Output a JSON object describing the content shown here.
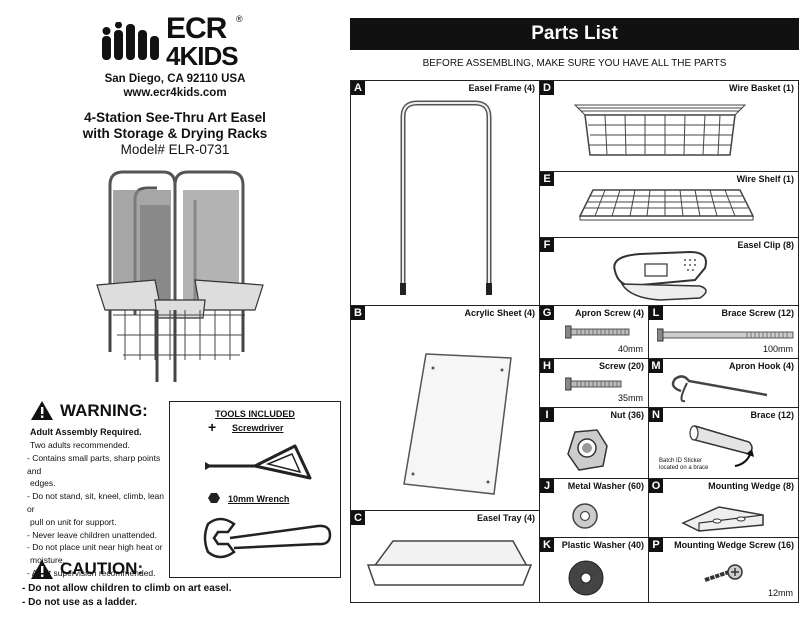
{
  "brand": {
    "name_line1": "ECR",
    "name_line2": "4KIDS",
    "reg": "®",
    "address": "San Diego, CA 92110 USA",
    "website": "www.ecr4kids.com"
  },
  "product": {
    "title_line1": "4-Station See-Thru Art Easel",
    "title_line2": "with Storage & Drying Racks",
    "model": "Model# ELR-0731"
  },
  "warning": {
    "title": "WARNING:",
    "subtitle": "Adult Assembly Required.",
    "lines": [
      "Two adults recommended.",
      "- Contains small parts, sharp points and",
      "edges.",
      "- Do not stand, sit, kneel, climb, lean or",
      "pull on unit for support.",
      "- Never leave children unattended.",
      "- Do not place unit near high heat or",
      "moisture.",
      "- Adult supervision recommended."
    ]
  },
  "caution": {
    "title": "CAUTION:",
    "lines": [
      "- Do not allow children to climb on art easel.",
      "- Do not use as a ladder."
    ]
  },
  "tools": {
    "title": "TOOLS INCLUDED",
    "tool1": "Screwdriver",
    "tool2": "10mm Wrench"
  },
  "parts": {
    "header": "Parts List",
    "subheader": "BEFORE ASSEMBLING, MAKE SURE YOU HAVE ALL THE PARTS",
    "A": {
      "letter": "A",
      "name": "Easel Frame (4)"
    },
    "B": {
      "letter": "B",
      "name": "Acrylic Sheet (4)"
    },
    "C": {
      "letter": "C",
      "name": "Easel Tray (4)"
    },
    "D": {
      "letter": "D",
      "name": "Wire Basket (1)"
    },
    "E": {
      "letter": "E",
      "name": "Wire Shelf (1)"
    },
    "F": {
      "letter": "F",
      "name": "Easel Clip (8)"
    },
    "G": {
      "letter": "G",
      "name": "Apron Screw (4)",
      "size": "40mm"
    },
    "L": {
      "letter": "L",
      "name": "Brace Screw (12)",
      "size": "100mm"
    },
    "H": {
      "letter": "H",
      "name": "Screw (20)",
      "size": "35mm"
    },
    "M": {
      "letter": "M",
      "name": "Apron Hook (4)"
    },
    "I": {
      "letter": "I",
      "name": "Nut (36)"
    },
    "N": {
      "letter": "N",
      "name": "Brace (12)",
      "note_line1": "Batch ID Sticker",
      "note_line2": "located on a brace"
    },
    "J": {
      "letter": "J",
      "name": "Metal Washer (60)"
    },
    "O": {
      "letter": "O",
      "name": "Mounting Wedge (8)"
    },
    "K": {
      "letter": "K",
      "name": "Plastic Washer (40)"
    },
    "P": {
      "letter": "P",
      "name": "Mounting Wedge Screw (16)",
      "size": "12mm"
    }
  }
}
